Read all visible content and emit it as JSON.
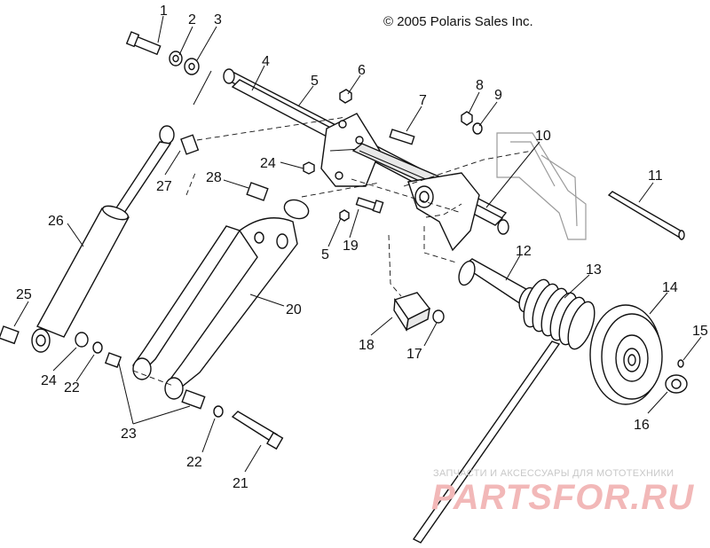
{
  "copyright": "© 2005 Polaris Sales Inc.",
  "callouts": [
    "1",
    "2",
    "3",
    "4",
    "5",
    "6",
    "7",
    "8",
    "9",
    "10",
    "11",
    "24",
    "28",
    "27",
    "26",
    "19",
    "5",
    "12",
    "13",
    "14",
    "15",
    "25",
    "20",
    "18",
    "17",
    "24",
    "22",
    "23",
    "16",
    "22",
    "21"
  ],
  "watermark": {
    "tagline": "ЗАПЧАСТИ И АКСЕССУАРЫ ДЛЯ МОТОТЕХНИКИ",
    "logo": "PARTSFOR.RU"
  }
}
